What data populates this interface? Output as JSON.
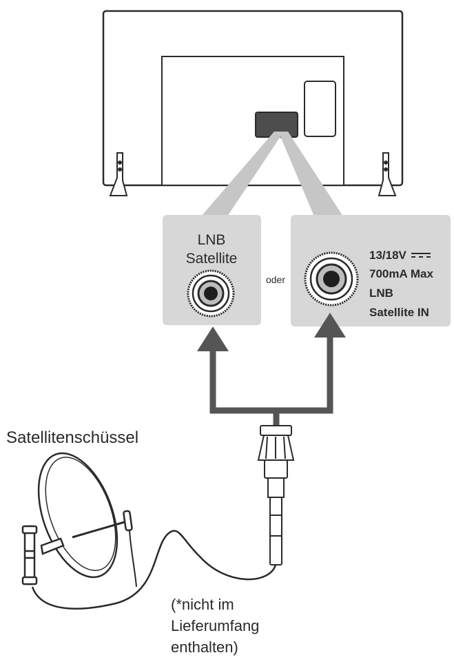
{
  "diagram": {
    "panel_left": {
      "line1": "LNB",
      "line2": "Satellite"
    },
    "separator": "oder",
    "panel_right": {
      "line1": "13/18V",
      "line2": "700mA Max",
      "line3": "LNB",
      "line4": "Satellite IN"
    },
    "dish_label": "Satellitenschüssel",
    "note": {
      "line1": "(*nicht im",
      "line2": "Lieferumfang",
      "line3": "enthalten)"
    }
  },
  "colors": {
    "outline": "#2a2a2a",
    "panel": "#d7d7d7",
    "beam": "#c6c6c6",
    "port_block": "#4d4d4d",
    "arrow": "#555555",
    "background": "#ffffff"
  }
}
